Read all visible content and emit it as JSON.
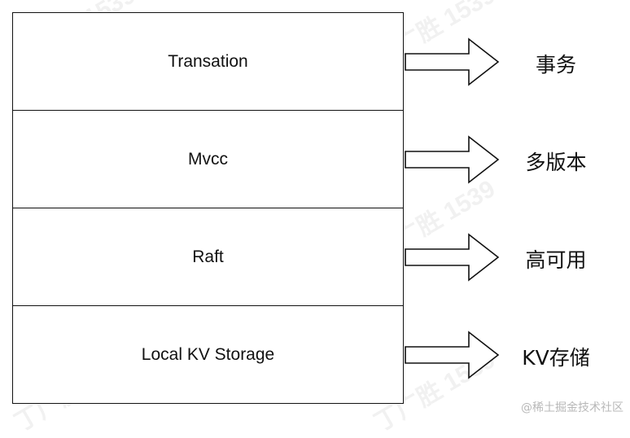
{
  "layers": [
    {
      "name": "Transation",
      "meaning": "事务"
    },
    {
      "name": "Mvcc",
      "meaning": "多版本"
    },
    {
      "name": "Raft",
      "meaning": "高可用"
    },
    {
      "name": "Local KV Storage",
      "meaning": "KV存储"
    }
  ],
  "watermark": "丁广胜 1539",
  "footer": "@稀土掘金技术社区",
  "colors": {
    "stroke": "#111111",
    "background": "#ffffff"
  }
}
